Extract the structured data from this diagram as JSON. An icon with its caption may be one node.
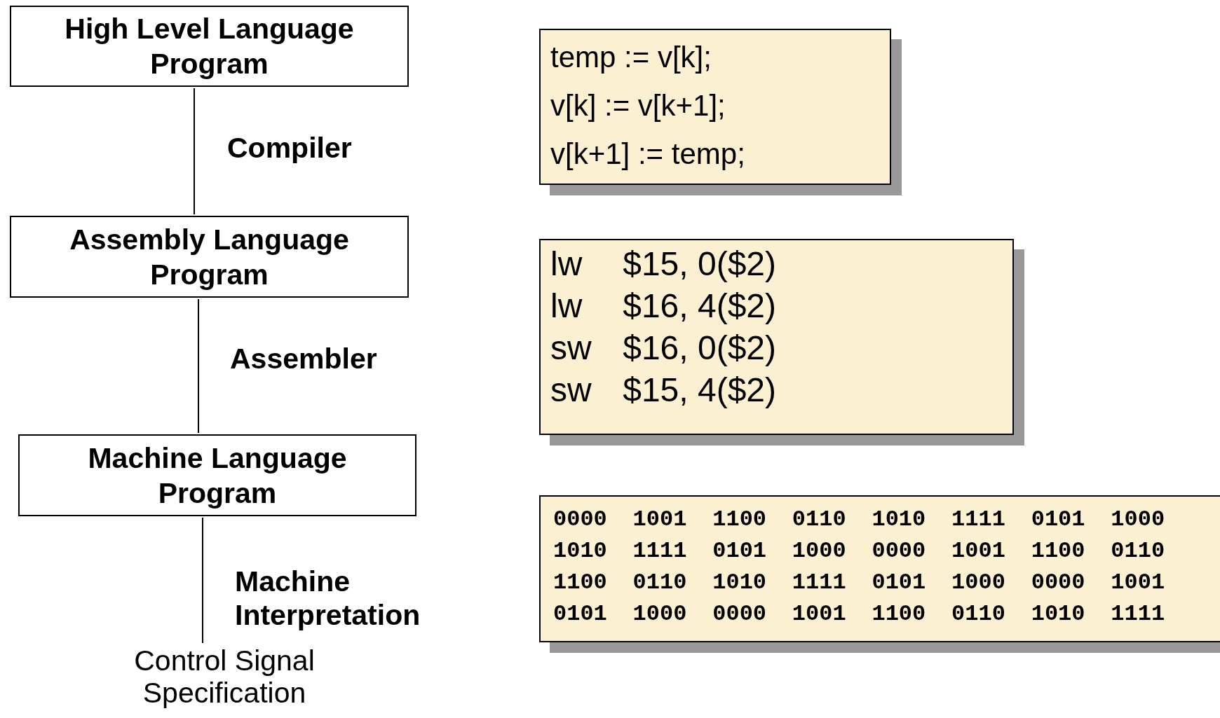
{
  "diagram": {
    "nodes": [
      {
        "text": [
          "High Level Language Program"
        ]
      },
      {
        "text": [
          "Assembly Language Program"
        ]
      },
      {
        "text": [
          "Machine Language Program"
        ]
      },
      {
        "text": [
          "Control Signal Specification"
        ]
      },
      {
        "text": [
          "temp := v[k];",
          "v[k] := v[k+1];",
          "v[k+1] := temp;"
        ]
      },
      {
        "text": [
          "lw $15, 0($2)",
          "lw $16, 4($2)",
          "sw $16, 0($2)",
          "sw $15, 4($2)"
        ]
      },
      {
        "text": [
          "0000 1001 1100 0110 1010 1111 0101 1000",
          "1010 1111 0101 1000 0000 1001 1100 0110",
          "1100 0110 1010 1111 0101 1000 0000 1001",
          "0101 1000 0000 1001 1100 0110 1010 1111"
        ]
      }
    ],
    "edges": [
      {
        "from": 0,
        "to": 1,
        "arrow": "none",
        "label": "Compiler"
      },
      {
        "from": 1,
        "to": 2,
        "arrow": "none",
        "label": "Assembler"
      },
      {
        "from": 2,
        "to": 3,
        "arrow": "none",
        "label": "Machine Interpretation"
      }
    ]
  }
}
